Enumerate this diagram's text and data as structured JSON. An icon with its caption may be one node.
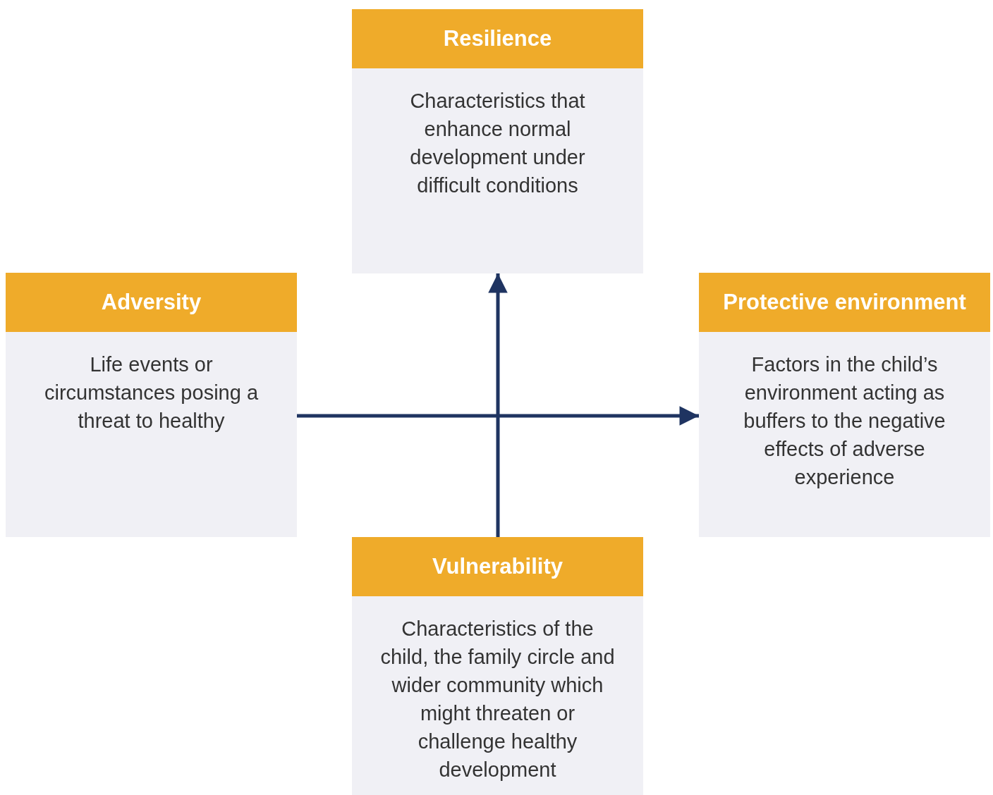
{
  "diagram": {
    "nodes": [
      {
        "text": [
          "Resilience",
          "Characteristics that enhance normal development under difficult conditions"
        ]
      },
      {
        "text": [
          "Adversity",
          "Life events or circumstances posing a threat to healthy"
        ]
      },
      {
        "text": [
          "Protective environment",
          "Factors in the child’s environment acting as buffers to the negative effects of adverse experience"
        ]
      },
      {
        "text": [
          "Vulnerability",
          "Characteristics of the child, the family circle and wider community which might threaten or challenge healthy development"
        ]
      }
    ],
    "edges": [
      {
        "from": 1,
        "to": 2,
        "arrow": "to"
      },
      {
        "from": 3,
        "to": 0,
        "arrow": "to"
      }
    ]
  }
}
